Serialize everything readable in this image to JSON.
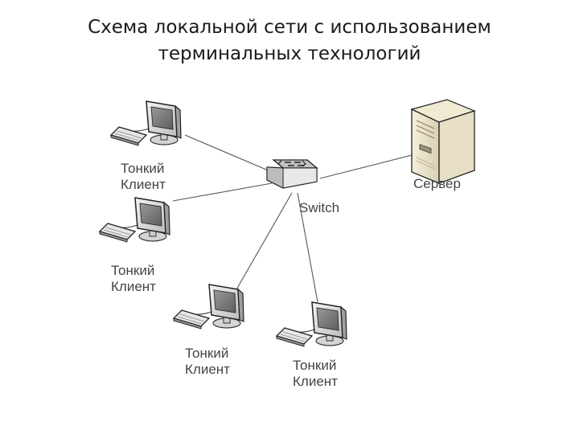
{
  "title": {
    "line1": "Схема локальной сети с использованием",
    "line2": "терминальных технологий"
  },
  "nodes": {
    "switch": {
      "label": "Switch"
    },
    "server": {
      "label": "Сервер"
    },
    "clients": [
      {
        "line1": "Тонкий",
        "line2": "Клиент"
      },
      {
        "line1": "Тонкий",
        "line2": "Клиент"
      },
      {
        "line1": "Тонкий",
        "line2": "Клиент"
      },
      {
        "line1": "Тонкий",
        "line2": "Клиент"
      }
    ]
  },
  "colors": {
    "monitor_screen": "#7a7a7a",
    "device_body": "#d8d8d8",
    "link_line": "#555555",
    "label_text": "#444444"
  }
}
